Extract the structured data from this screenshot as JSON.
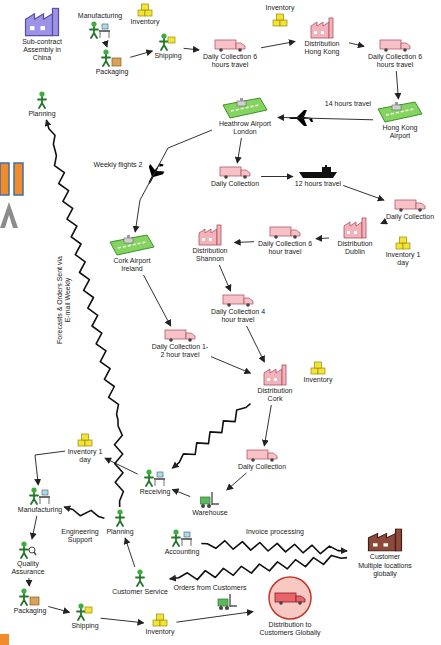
{
  "diagram": {
    "nodes": [
      {
        "text": [
          "Sub-contract Assembly in China"
        ]
      },
      {
        "text": [
          "Manufacturing"
        ]
      },
      {
        "text": [
          "Inventory"
        ]
      },
      {
        "text": [
          "Packaging"
        ]
      },
      {
        "text": [
          "Shipping"
        ]
      },
      {
        "text": [
          "Daily Collection 6 hours travel"
        ]
      },
      {
        "text": [
          "Inventory"
        ]
      },
      {
        "text": [
          "Distribution Hong Kong"
        ]
      },
      {
        "text": [
          "Daily Collection 6 hours travel"
        ]
      },
      {
        "text": [
          "Planning"
        ]
      },
      {
        "text": [
          "Hong Kong Airport"
        ]
      },
      {
        "text": [
          "Heathrow Airport London"
        ]
      },
      {
        "text": [
          "Daily Collection"
        ]
      },
      {
        "text": [
          "12 hours travel"
        ]
      },
      {
        "text": [
          "Daily Collection"
        ]
      },
      {
        "text": [
          "Distribution Dublin"
        ]
      },
      {
        "text": [
          "Inventory 1 day"
        ]
      },
      {
        "text": [
          "Daily Collection 6 hour travel"
        ]
      },
      {
        "text": [
          "Cork Airport Ireland"
        ]
      },
      {
        "text": [
          "Distribution Shannon"
        ]
      },
      {
        "text": [
          "Daily Collection 4 hour travel"
        ]
      },
      {
        "text": [
          "Daily Collection 1-2 hour travel"
        ]
      },
      {
        "text": [
          "Distribution Cork"
        ]
      },
      {
        "text": [
          "Inventory"
        ]
      },
      {
        "text": [
          "Daily Collection"
        ]
      },
      {
        "text": [
          "Warehouse"
        ]
      },
      {
        "text": [
          "Receiving"
        ]
      },
      {
        "text": [
          "Inventory 1 day"
        ]
      },
      {
        "text": [
          "Manufacturing"
        ]
      },
      {
        "text": [
          "Planning"
        ]
      },
      {
        "text": [
          "Quality Assurance"
        ]
      },
      {
        "text": [
          "Accounting"
        ]
      },
      {
        "text": [
          "Customer",
          "Multiple locations globally"
        ]
      },
      {
        "text": [
          "Customer Service"
        ]
      },
      {
        "text": [
          "Packaging"
        ]
      },
      {
        "text": [
          "Shipping"
        ]
      },
      {
        "text": [
          "Inventory"
        ]
      },
      {
        "text": [
          "Distribution to Customers Globally"
        ]
      }
    ],
    "edges": [
      {
        "from": 1,
        "to": 3,
        "arrow": "to"
      },
      {
        "from": 3,
        "to": 4,
        "arrow": "to"
      },
      {
        "from": 4,
        "to": 5,
        "arrow": "to"
      },
      {
        "from": 5,
        "to": 7,
        "arrow": "to"
      },
      {
        "from": 7,
        "to": 8,
        "arrow": "to"
      },
      {
        "from": 8,
        "to": 10,
        "arrow": "to"
      },
      {
        "from": 10,
        "to": 11,
        "label": "14 hours travel",
        "arrow": "to"
      },
      {
        "from": 11,
        "to": 18,
        "label": "Weekly flights 2",
        "arrow": "to"
      },
      {
        "from": 11,
        "to": 12,
        "arrow": "to"
      },
      {
        "from": 12,
        "to": 13,
        "arrow": "to"
      },
      {
        "from": 13,
        "to": 14,
        "arrow": "to"
      },
      {
        "from": 14,
        "to": 15,
        "arrow": "to"
      },
      {
        "from": 15,
        "to": 17,
        "arrow": "to"
      },
      {
        "from": 17,
        "to": 19,
        "arrow": "to"
      },
      {
        "from": 19,
        "to": 20,
        "arrow": "to"
      },
      {
        "from": 20,
        "to": 22,
        "arrow": "to"
      },
      {
        "from": 18,
        "to": 21,
        "arrow": "to"
      },
      {
        "from": 21,
        "to": 22,
        "arrow": "to"
      },
      {
        "from": 22,
        "to": 24,
        "arrow": "to"
      },
      {
        "from": 24,
        "to": 25,
        "arrow": "to"
      },
      {
        "from": 25,
        "to": 26,
        "arrow": "to"
      },
      {
        "from": 26,
        "to": 27,
        "arrow": "to"
      },
      {
        "from": 27,
        "to": 28,
        "arrow": "to"
      },
      {
        "from": 28,
        "to": 30,
        "arrow": "to"
      },
      {
        "from": 30,
        "to": 34,
        "arrow": "to"
      },
      {
        "from": 34,
        "to": 35,
        "arrow": "to"
      },
      {
        "from": 35,
        "to": 36,
        "arrow": "to"
      },
      {
        "from": 36,
        "to": 37,
        "arrow": "to"
      },
      {
        "from": 29,
        "to": 9,
        "label": "Forecasts & Orders Sent via E-mail Weekly",
        "arrow": "to"
      },
      {
        "from": 22,
        "to": 26,
        "arrow": "to"
      },
      {
        "from": 29,
        "to": 28,
        "label": "Engineering Support",
        "arrow": "to"
      },
      {
        "from": 31,
        "to": 32,
        "label": "Invoice processing",
        "arrow": "to"
      },
      {
        "from": 32,
        "to": 33,
        "label": "Orders from Customers",
        "arrow": "to"
      },
      {
        "from": 33,
        "to": 29,
        "arrow": "to"
      }
    ]
  }
}
